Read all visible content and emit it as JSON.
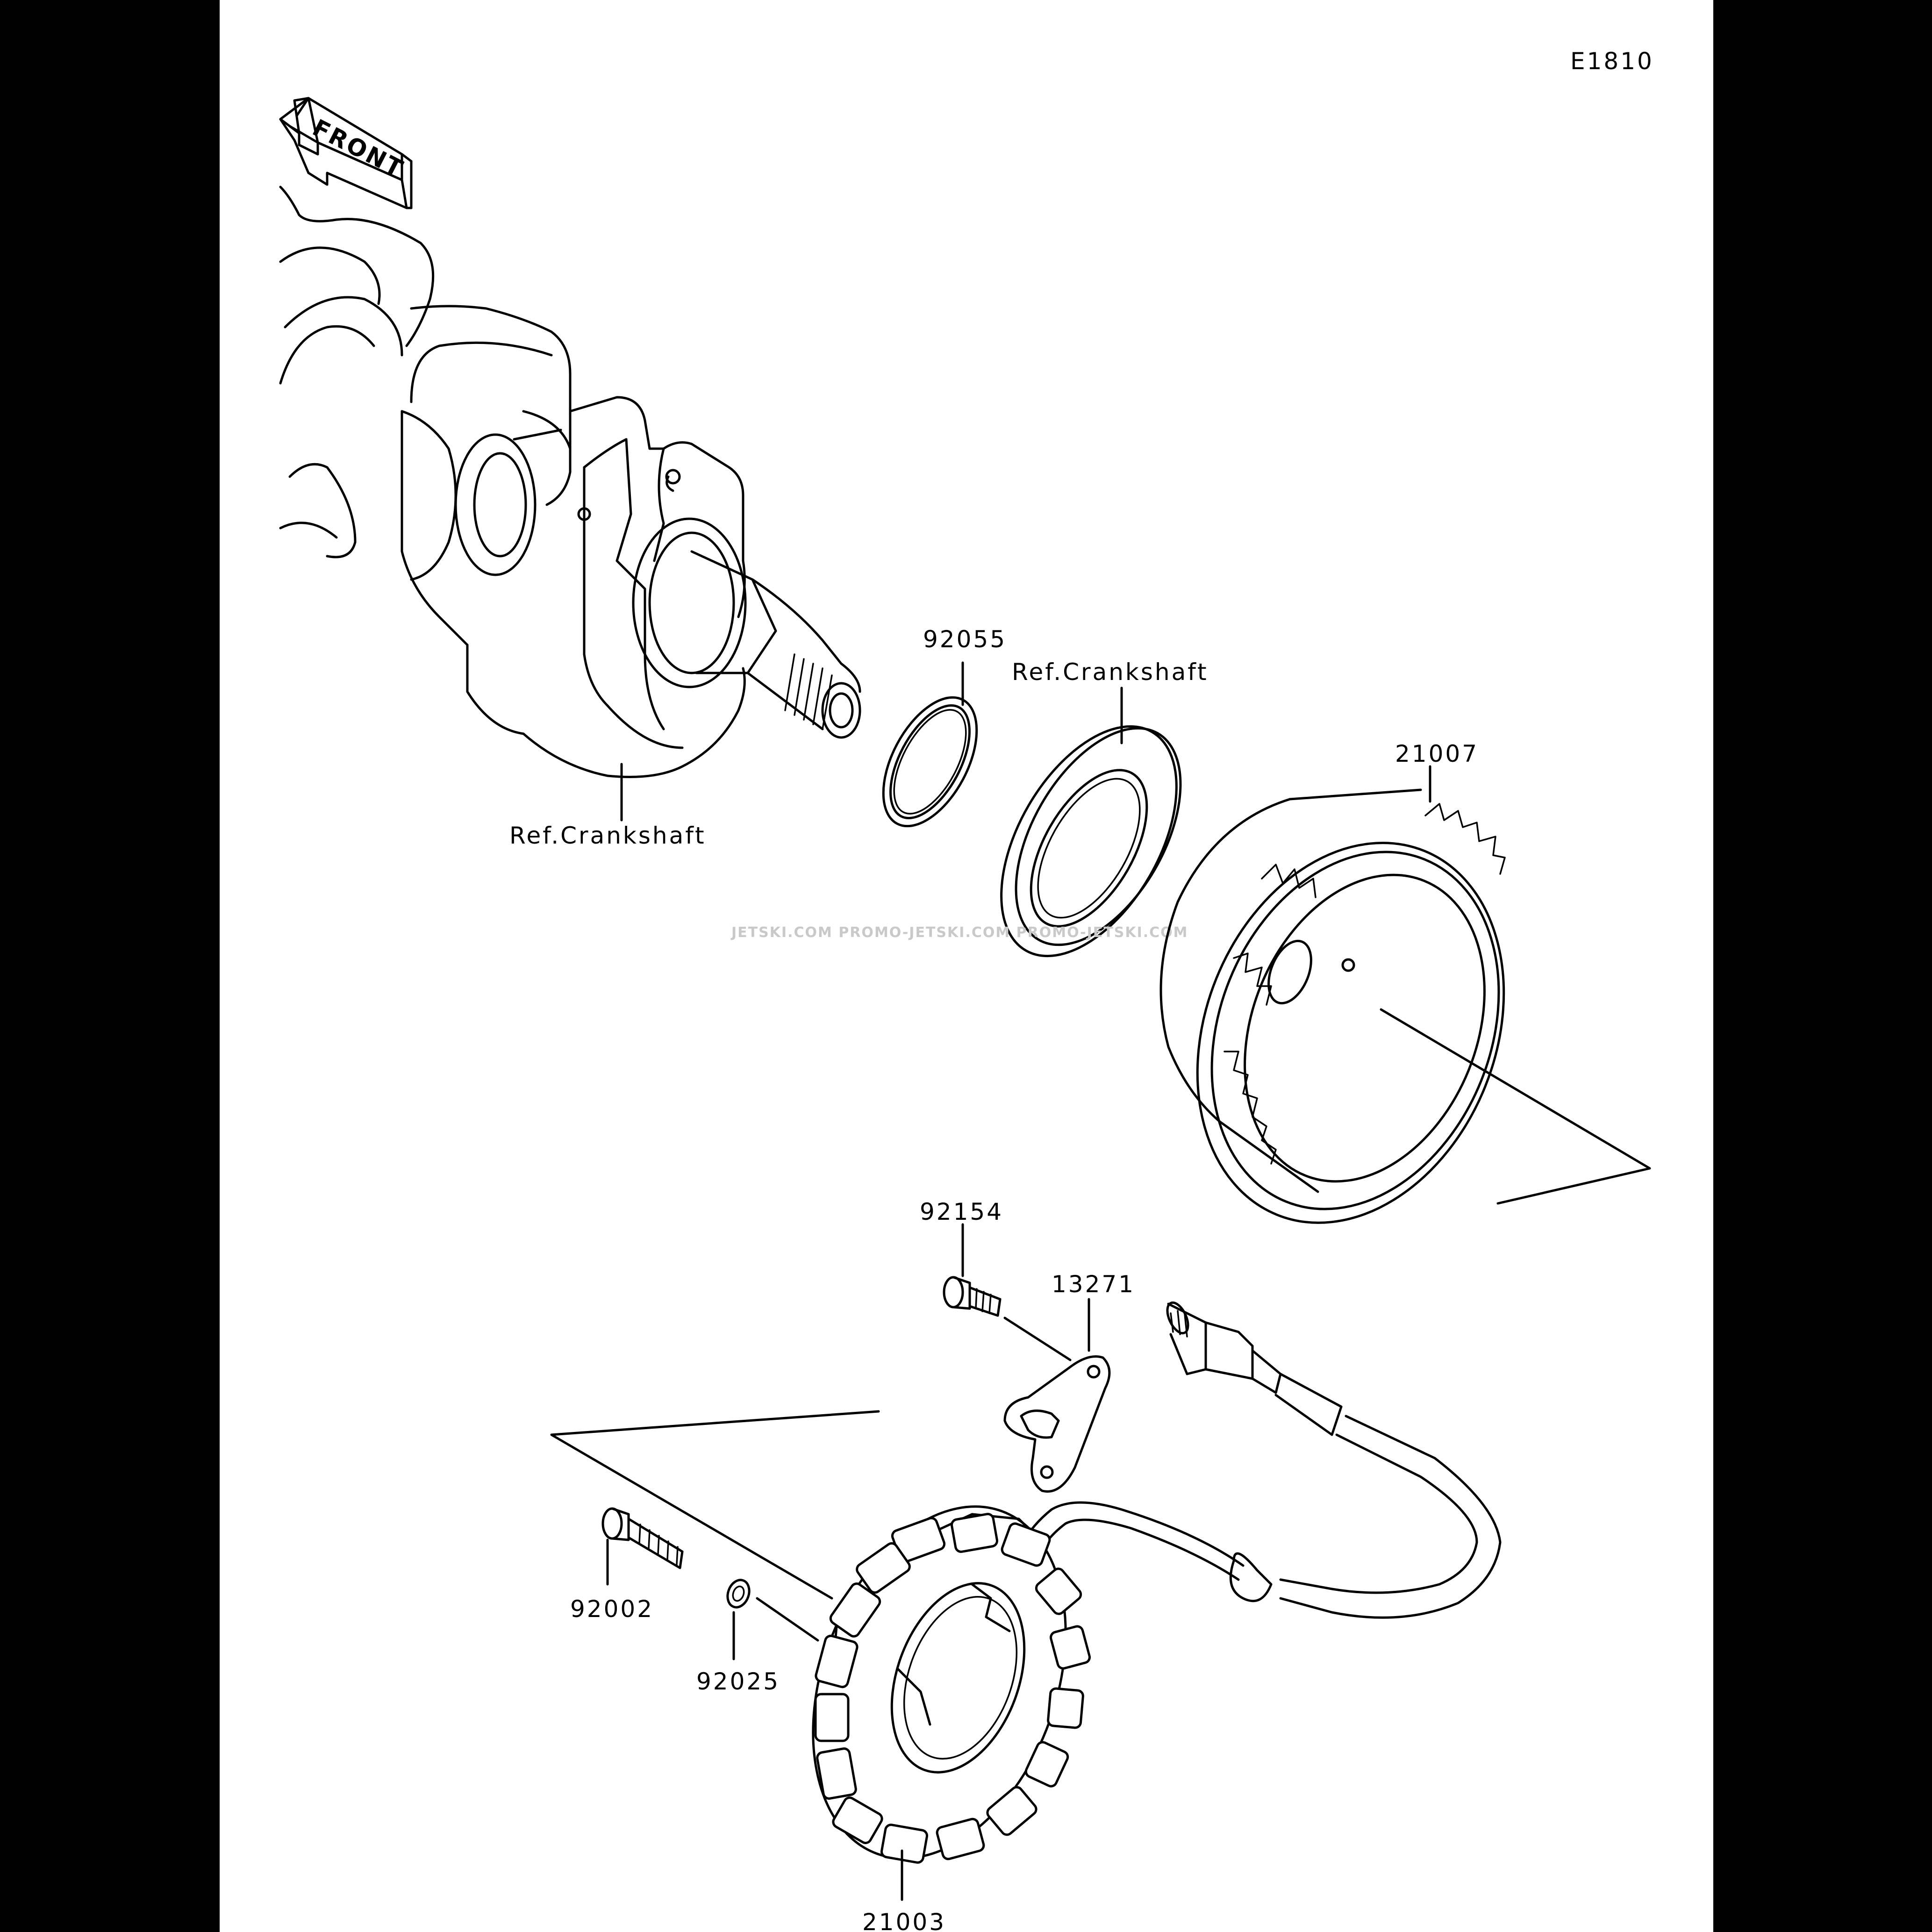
{
  "diagram_code": "E1810",
  "front_label": "FRONT",
  "watermark": "JETSKI.COM   PROMO-JETSKI.COM   PROMO-JETSKI.COM",
  "parts": {
    "p92055": "92055",
    "ref_top": "Ref.Crankshaft",
    "ref_left": "Ref.Crankshaft",
    "p21007": "21007",
    "p92154": "92154",
    "p13271": "13271",
    "p92002": "92002",
    "p92025": "92025",
    "p21003": "21003"
  }
}
